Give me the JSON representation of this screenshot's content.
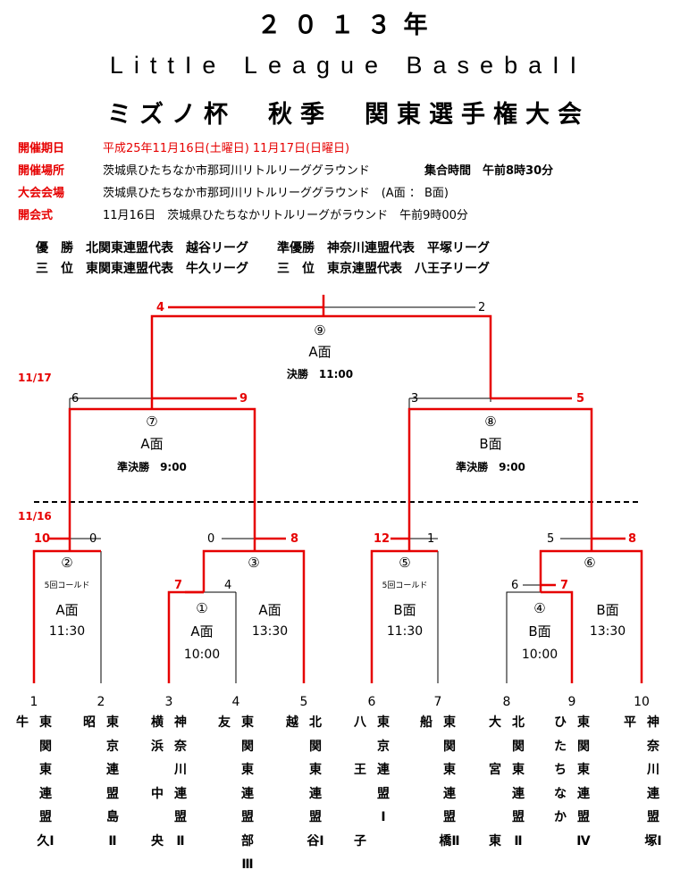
{
  "title": {
    "year": "２０１３年",
    "league": "LittIe League BasebaII",
    "tournament": "ミズノ杯　秋季　関東選手権大会"
  },
  "info": {
    "dates_label": "開催期日",
    "dates_value": "平成25年11月16日(土曜日) 11月17日(日曜日)",
    "venue_label": "開催場所",
    "venue_value": "茨城県ひたちなか市那珂川リトルリーググラウンド",
    "assembly": "集合時間　午前8時30分",
    "site_label": "大会会場",
    "site_value": "茨城県ひたちなか市那珂川リトルリーググラウンド　(A面 ： B面)",
    "opening_label": "開会式",
    "opening_value": "11月16日　茨城県ひたちなかリトルリーグがラウンド　午前9時00分"
  },
  "results": {
    "winner": "優　勝　北関東連盟代表　越谷リーグ",
    "runner_up": "準優勝　神奈川連盟代表　平塚リーグ",
    "third_a": "三　位　東関東連盟代表　牛久リーグ",
    "third_b": "三　位　東京連盟代表　八王子リーグ"
  },
  "days": {
    "day2": "11/17",
    "day1": "11/16"
  },
  "games": {
    "g1": {
      "num": "①",
      "field": "A面",
      "time": "10:00"
    },
    "g2": {
      "num": "②",
      "note": "5回コールド",
      "field": "A面",
      "time": "11:30"
    },
    "g3": {
      "num": "③",
      "field": "A面",
      "time": "13:30"
    },
    "g4": {
      "num": "④",
      "field": "B面",
      "time": "10:00"
    },
    "g5": {
      "num": "⑤",
      "note": "5回コールド",
      "field": "B面",
      "time": "11:30"
    },
    "g6": {
      "num": "⑥",
      "field": "B面",
      "time": "13:30"
    },
    "g7": {
      "num": "⑦",
      "field": "A面",
      "round_time": "準決勝　9:00"
    },
    "g8": {
      "num": "⑧",
      "field": "B面",
      "round_time": "準決勝　9:00"
    },
    "g9": {
      "num": "⑨",
      "field": "A面",
      "round_time": "決勝　11:00"
    }
  },
  "scores": {
    "g9_left": "4",
    "g9_right": "2",
    "g7_left": "6",
    "g7_right": "9",
    "g8_left": "3",
    "g8_right": "5",
    "g2_left": "10",
    "g2_right": "0",
    "g3_left": "0",
    "g3_right": "8",
    "g5_left": "12",
    "g5_right": "1",
    "g6_left": "5",
    "g6_right": "8",
    "g1_left": "7",
    "g1_right": "4",
    "g4_left": "6",
    "g4_right": "7"
  },
  "teams": [
    {
      "num": "1",
      "col_a": "牛",
      "col_b": "東関東連盟久Ⅰ"
    },
    {
      "num": "2",
      "col_a": "昭",
      "col_b": "東京連盟島Ⅱ"
    },
    {
      "num": "3",
      "col_a": "横浜中央",
      "col_b": "神奈川連盟Ⅱ"
    },
    {
      "num": "4",
      "col_a": "友",
      "col_b": "東関東連盟部Ⅲ"
    },
    {
      "num": "5",
      "col_a": "越",
      "col_b": "北関東連盟谷Ⅰ"
    },
    {
      "num": "6",
      "col_a": "八王子",
      "col_b": "東京連盟Ⅰ"
    },
    {
      "num": "7",
      "col_a": "船",
      "col_b": "東関東連盟橋Ⅱ"
    },
    {
      "num": "8",
      "col_a": "大宮東",
      "col_b": "北関東連盟Ⅱ"
    },
    {
      "num": "9",
      "col_a": "ひたちなか",
      "col_b": "東関東連盟Ⅳ"
    },
    {
      "num": "10",
      "col_a": "平",
      "col_b": "神奈川連盟塚Ⅰ"
    }
  ],
  "colors": {
    "accent": "#e60000",
    "line": "#000000"
  }
}
